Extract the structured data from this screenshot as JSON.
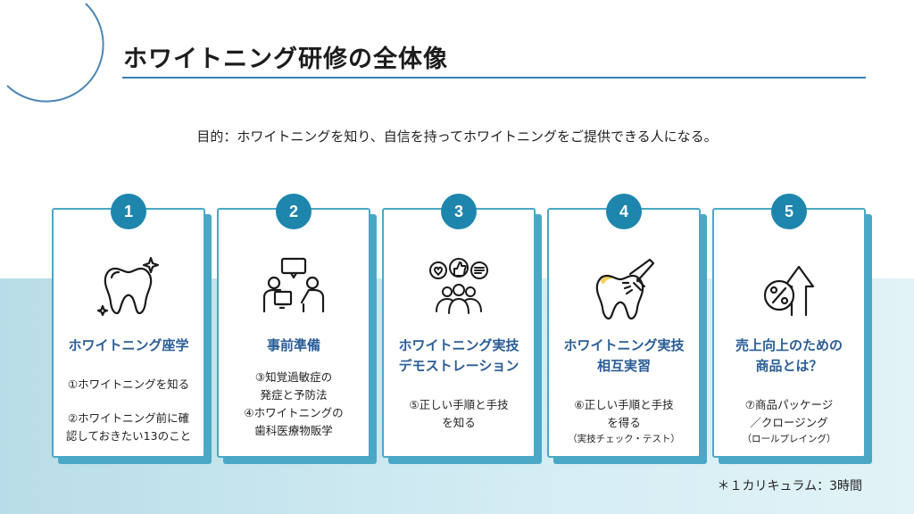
{
  "title": "ホワイトニング研修の全体像",
  "purpose": "目的：ホワイトニングを知り、自信を持ってホワイトニングをご提供できる人になる。",
  "colors": {
    "accent": "#1e86ad",
    "card_border": "#4aa8c6",
    "card_title": "#2a5d96",
    "band": "#c8e7f0"
  },
  "cards": [
    {
      "number": "1",
      "icon": "sparkling-tooth-icon",
      "title_lines": [
        "ホワイトニング座学"
      ],
      "body": [
        "①ホワイトニングを知る",
        "",
        "②ホワイトニング前に確",
        "認しておきたい13のこと"
      ]
    },
    {
      "number": "2",
      "icon": "consultation-people-icon",
      "title_lines": [
        "事前準備"
      ],
      "body": [
        "③知覚過敏症の",
        "発症と予防法",
        "④ホワイトニングの",
        "歯科医療物販学"
      ]
    },
    {
      "number": "3",
      "icon": "group-feedback-icon",
      "title_lines": [
        "ホワイトニング実技",
        "デモストレーション"
      ],
      "body": [
        "⑤正しい手順と手技",
        "を知る"
      ]
    },
    {
      "number": "4",
      "icon": "tooth-light-icon",
      "title_lines": [
        "ホワイトニング実技",
        "相互実習"
      ],
      "body": [
        "⑥正しい手順と手技",
        "を得る"
      ],
      "note": "（実技チェック・テスト）"
    },
    {
      "number": "5",
      "icon": "percent-growth-icon",
      "title_lines": [
        "売上向上のための",
        "商品とは？"
      ],
      "body": [
        "⑦商品パッケージ",
        "／クロージング"
      ],
      "note": "（ロールプレイング）"
    }
  ],
  "footnote": "＊１カリキュラム：3時間"
}
